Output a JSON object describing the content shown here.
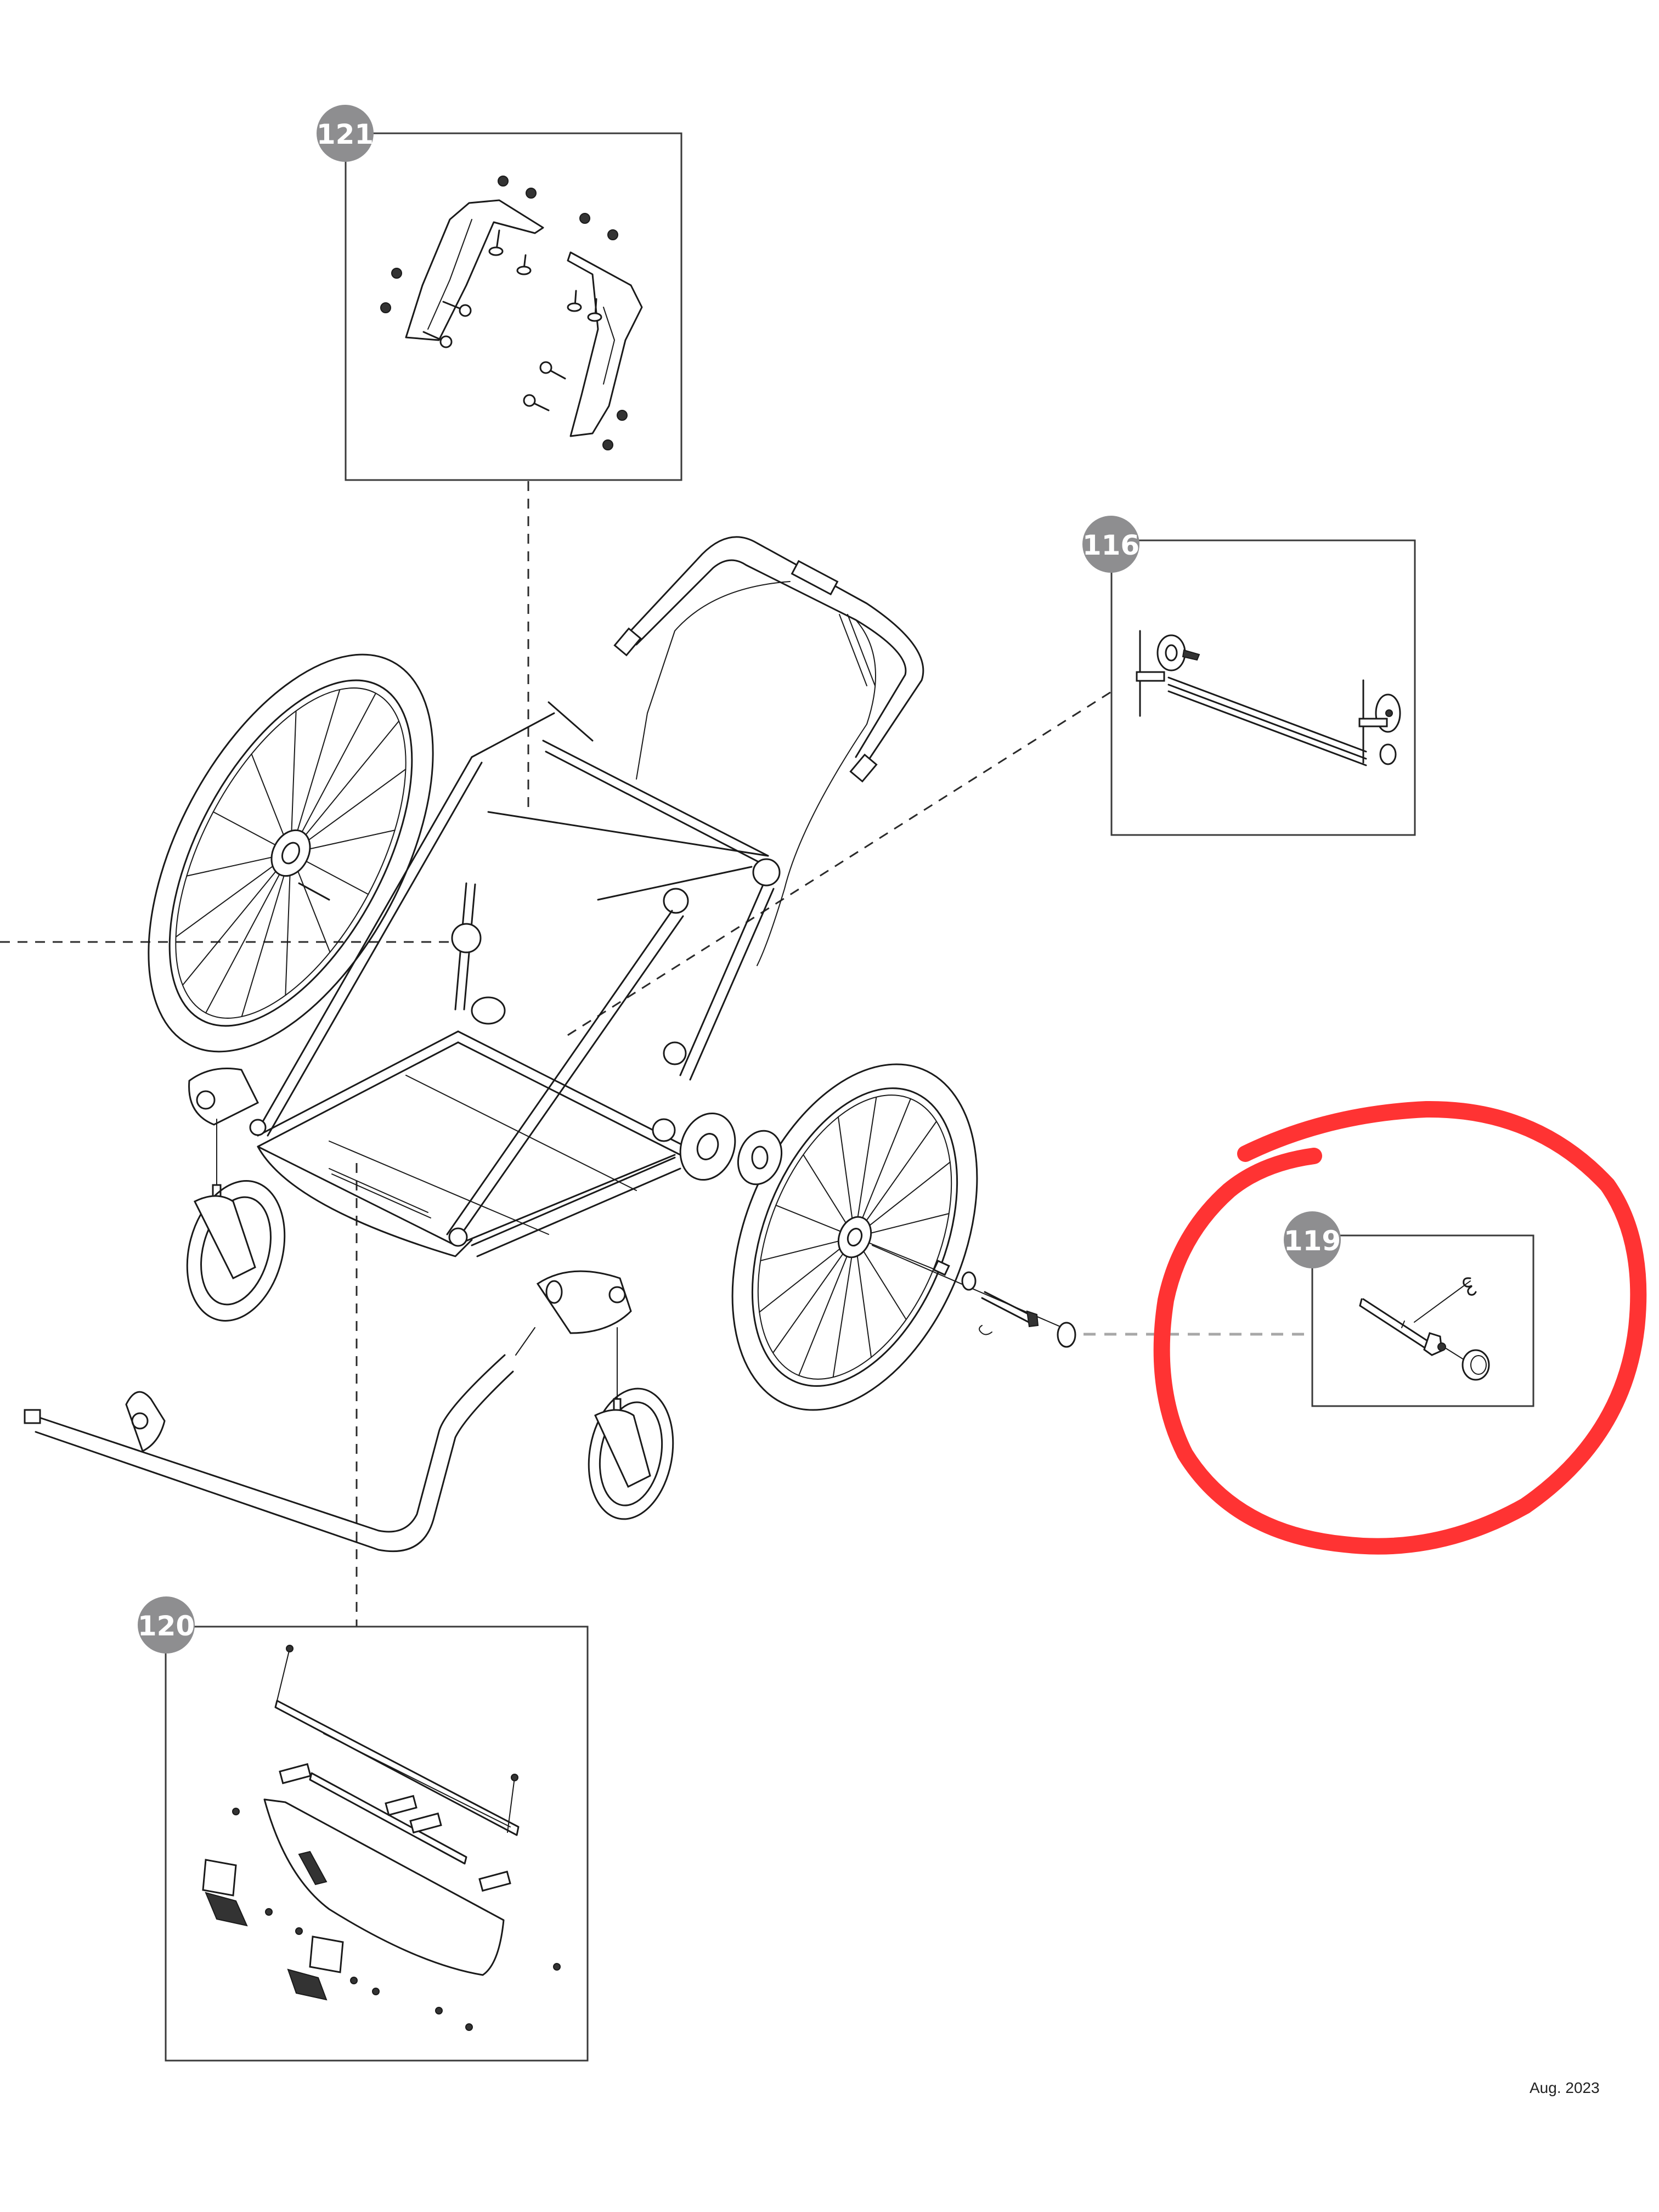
{
  "document": {
    "type": "exploded parts diagram",
    "subject": "jogging stroller frame assembly",
    "date_label": "Aug. 2023"
  },
  "callouts": [
    {
      "id": "121",
      "label": "121",
      "description": "handlebar/frame bracket kit (two brackets with bolts and nuts)"
    },
    {
      "id": "116",
      "label": "116",
      "description": "brake cable / rear axle brake assembly"
    },
    {
      "id": "119",
      "label": "119",
      "description": "rear wheel axle pin with clip and end cap",
      "highlighted": true
    },
    {
      "id": "120",
      "label": "120",
      "description": "footrest / front panel kit with reflectors and screws"
    }
  ],
  "annotation": {
    "shape": "hand-drawn circle",
    "color": "#ff3333",
    "target": "119"
  },
  "colors": {
    "badge": "#8e8e90",
    "badge_text": "#ffffff",
    "line_art": "#1a1a1a",
    "leader_grey": "#a8a8a8",
    "highlight": "#ff3333"
  }
}
